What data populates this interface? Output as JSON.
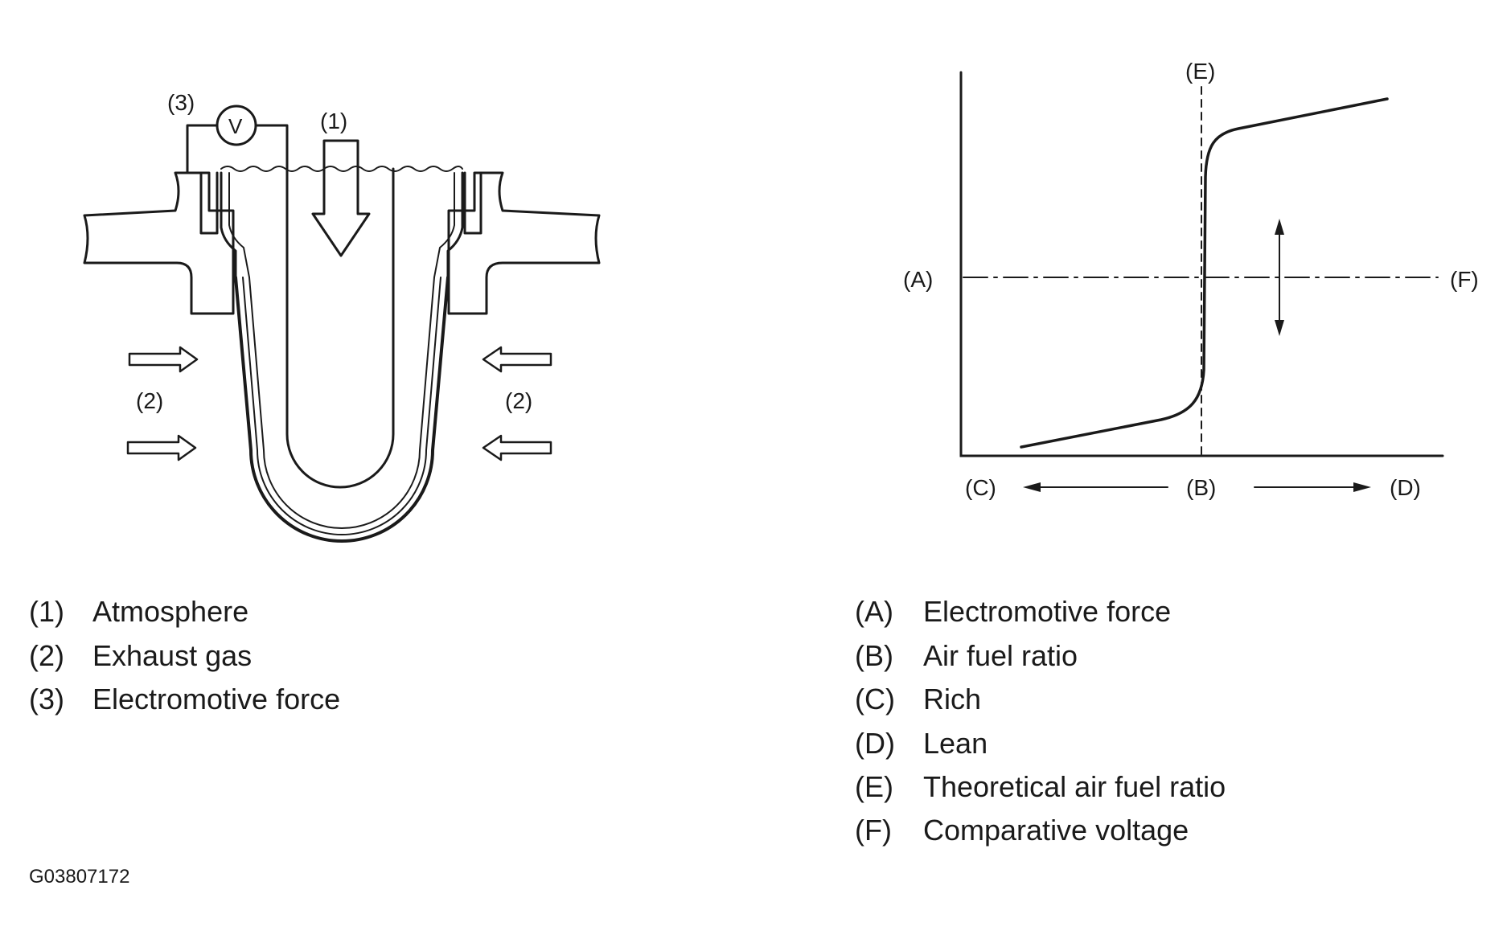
{
  "sensor": {
    "label_1": "(1)",
    "label_2_left": "(2)",
    "label_2_right": "(2)",
    "label_3": "(3)",
    "voltmeter": "V"
  },
  "graph": {
    "label_a": "(A)",
    "label_b": "(B)",
    "label_c": "(C)",
    "label_d": "(D)",
    "label_e": "(E)",
    "label_f": "(F)"
  },
  "legend_left": [
    {
      "key": "(1)",
      "text": "Atmosphere"
    },
    {
      "key": "(2)",
      "text": "Exhaust gas"
    },
    {
      "key": "(3)",
      "text": "Electromotive force"
    }
  ],
  "legend_right": [
    {
      "key": "(A)",
      "text": "Electromotive force"
    },
    {
      "key": "(B)",
      "text": "Air fuel ratio"
    },
    {
      "key": "(C)",
      "text": "Rich"
    },
    {
      "key": "(D)",
      "text": "Lean"
    },
    {
      "key": "(E)",
      "text": "Theoretical air fuel ratio"
    },
    {
      "key": "(F)",
      "text": "Comparative voltage"
    }
  ],
  "figure_code": "G03807172",
  "colors": {
    "ink": "#1a1a1a",
    "background": "#ffffff"
  }
}
